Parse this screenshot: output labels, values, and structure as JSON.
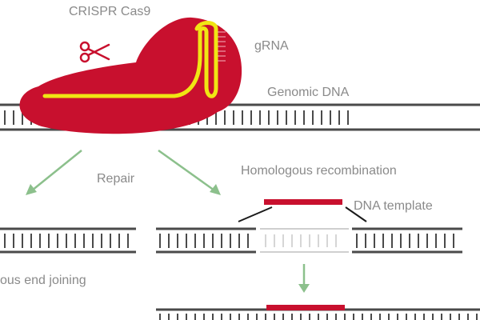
{
  "labels": {
    "cas9": "CRISPR Cas9",
    "grna": "gRNA",
    "genomic_dna": "Genomic DNA",
    "repair": "Repair",
    "homologous_recombination": "Homologous recombination",
    "dna_template": "DNA template",
    "nhej": "ous end joining"
  },
  "colors": {
    "cas9": "#c8102e",
    "grna": "#f0e614",
    "dna_strand": "#4a4a4a",
    "template": "#c8102e",
    "template_faded": "#cfcfcf",
    "arrow": "#8cc08c",
    "text": "#8a8a8a",
    "scissors": "#c8102e"
  },
  "icons": {
    "scissors": "scissors-icon"
  }
}
